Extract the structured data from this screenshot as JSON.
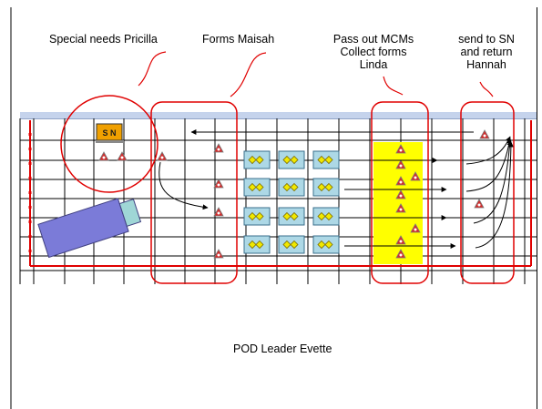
{
  "slide": {
    "labels": {
      "special_needs": "Special needs Pricilla",
      "forms": "Forms Maisah",
      "pass_out_line1": "Pass out MCMs",
      "pass_out_line2": "Collect forms",
      "pass_out_line3": "Linda",
      "send_line1": "send to SN",
      "send_line2": "and return",
      "send_line3": "Hannah",
      "pod_leader": "POD Leader Evette"
    },
    "sn_box": {
      "text": "S N"
    }
  },
  "colors": {
    "grid": "#000000",
    "header_band": "#c5d3ec",
    "highlight_outline": "#e00000",
    "boundary": "#e00000",
    "station_fill": "#add8e6",
    "station_stroke": "#3a6f8c",
    "station_icon": "#f0e800",
    "yellow_zone": "#ffff00",
    "bus_body": "#7b7bd8",
    "bus_front": "#9fd6d6",
    "person_icon": "#d42a2a",
    "sn_box": "#f0a000"
  },
  "icons": {
    "person": "person-triangle-icon",
    "station": "station-diamond-icon",
    "bus": "bus-icon"
  }
}
